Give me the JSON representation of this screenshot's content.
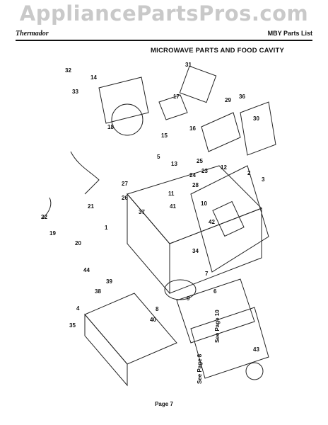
{
  "watermark": "AppliancePartsPros.com",
  "header": {
    "brand": "Thermador",
    "list_title": "MBY Parts List"
  },
  "section_title": "MICROWAVE PARTS AND FOOD CAVITY",
  "callouts": [
    "32",
    "33",
    "14",
    "31",
    "17",
    "36",
    "18",
    "15",
    "16",
    "30",
    "2",
    "13",
    "3",
    "27",
    "21",
    "23",
    "22",
    "19",
    "20",
    "1",
    "11",
    "34",
    "44",
    "38",
    "39",
    "4",
    "8",
    "9",
    "35",
    "40",
    "5",
    "43",
    "42",
    "12",
    "7",
    "6",
    "29",
    "10",
    "41",
    "28",
    "37",
    "26",
    "24",
    "25"
  ],
  "page_refs": [
    "See Page 10",
    "See Page 8"
  ],
  "footer": {
    "page": "Page 7"
  }
}
